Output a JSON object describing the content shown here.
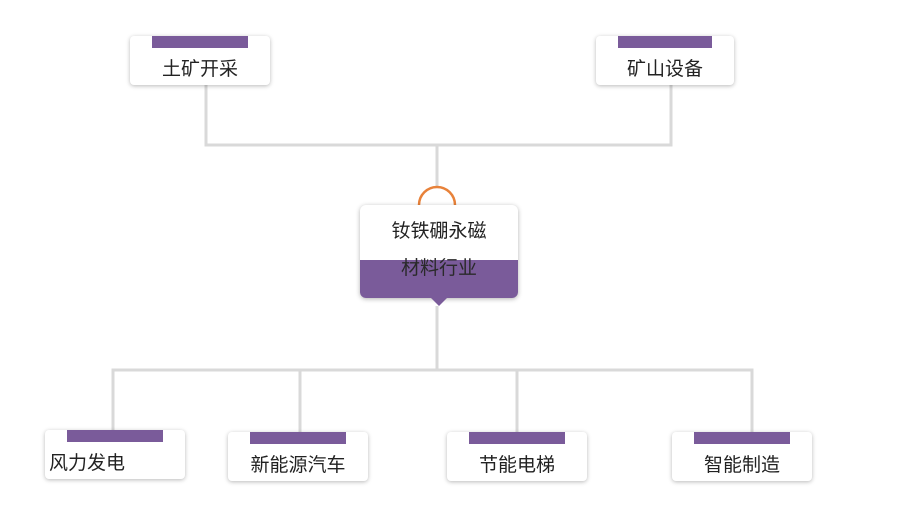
{
  "center": {
    "line1": "钕铁硼永磁",
    "line2": "材料行业"
  },
  "upstream": [
    {
      "label": "土矿开采"
    },
    {
      "label": "矿山设备"
    }
  ],
  "downstream": [
    {
      "label": "风力发电"
    },
    {
      "label": "新能源汽车"
    },
    {
      "label": "节能电梯"
    },
    {
      "label": "智能制造"
    }
  ],
  "colors": {
    "accent": "#7a5b9a",
    "connector": "#d9d9d9",
    "collapse_handle": "#e8823a"
  }
}
